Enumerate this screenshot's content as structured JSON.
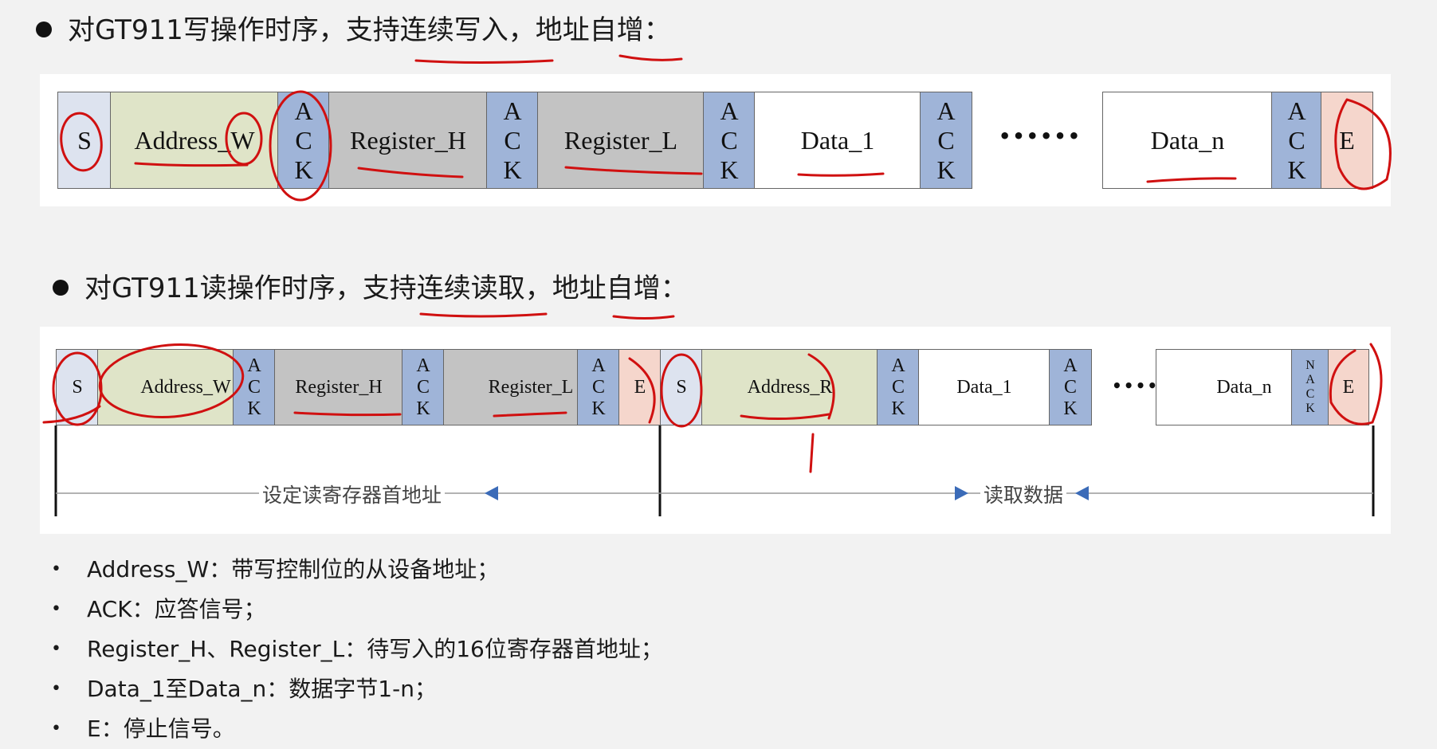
{
  "heading_write": "对GT911写操作时序，支持连续写入，地址自增：",
  "heading_read": "对GT911读操作时序，支持连续读取，地址自增：",
  "write_seq": {
    "s": "S",
    "address_w": "Address_W",
    "ack": [
      "A",
      "C",
      "K"
    ],
    "register_h": "Register_H",
    "register_l": "Register_L",
    "data_1": "Data_1",
    "dots": "••••••",
    "data_n": "Data_n",
    "e": "E"
  },
  "read_seq": {
    "s": "S",
    "address_w": "Address_W",
    "ack": [
      "A",
      "C",
      "K"
    ],
    "register_h": "Register_H",
    "register_l": "Register_L",
    "e": "E",
    "address_r": "Address_R",
    "data_1": "Data_1",
    "dots": "••••••",
    "data_n": "Data_n",
    "nack": [
      "N",
      "A",
      "C",
      "K"
    ],
    "span_set_addr": "设定读寄存器首地址",
    "span_read_data": "读取数据"
  },
  "notes": [
    "Address_W：带写控制位的从设备地址；",
    "ACK：应答信号；",
    "Register_H、Register_L：待写入的16位寄存器首地址；",
    "Data_1至Data_n：数据字节1-n；",
    "E：停止信号。"
  ],
  "colors": {
    "start": "#dde3ef",
    "address": "#dfe4c8",
    "ack": "#9fb4d8",
    "register": "#c3c3c3",
    "stop": "#f5d6cc",
    "annotation": "#d01010"
  }
}
